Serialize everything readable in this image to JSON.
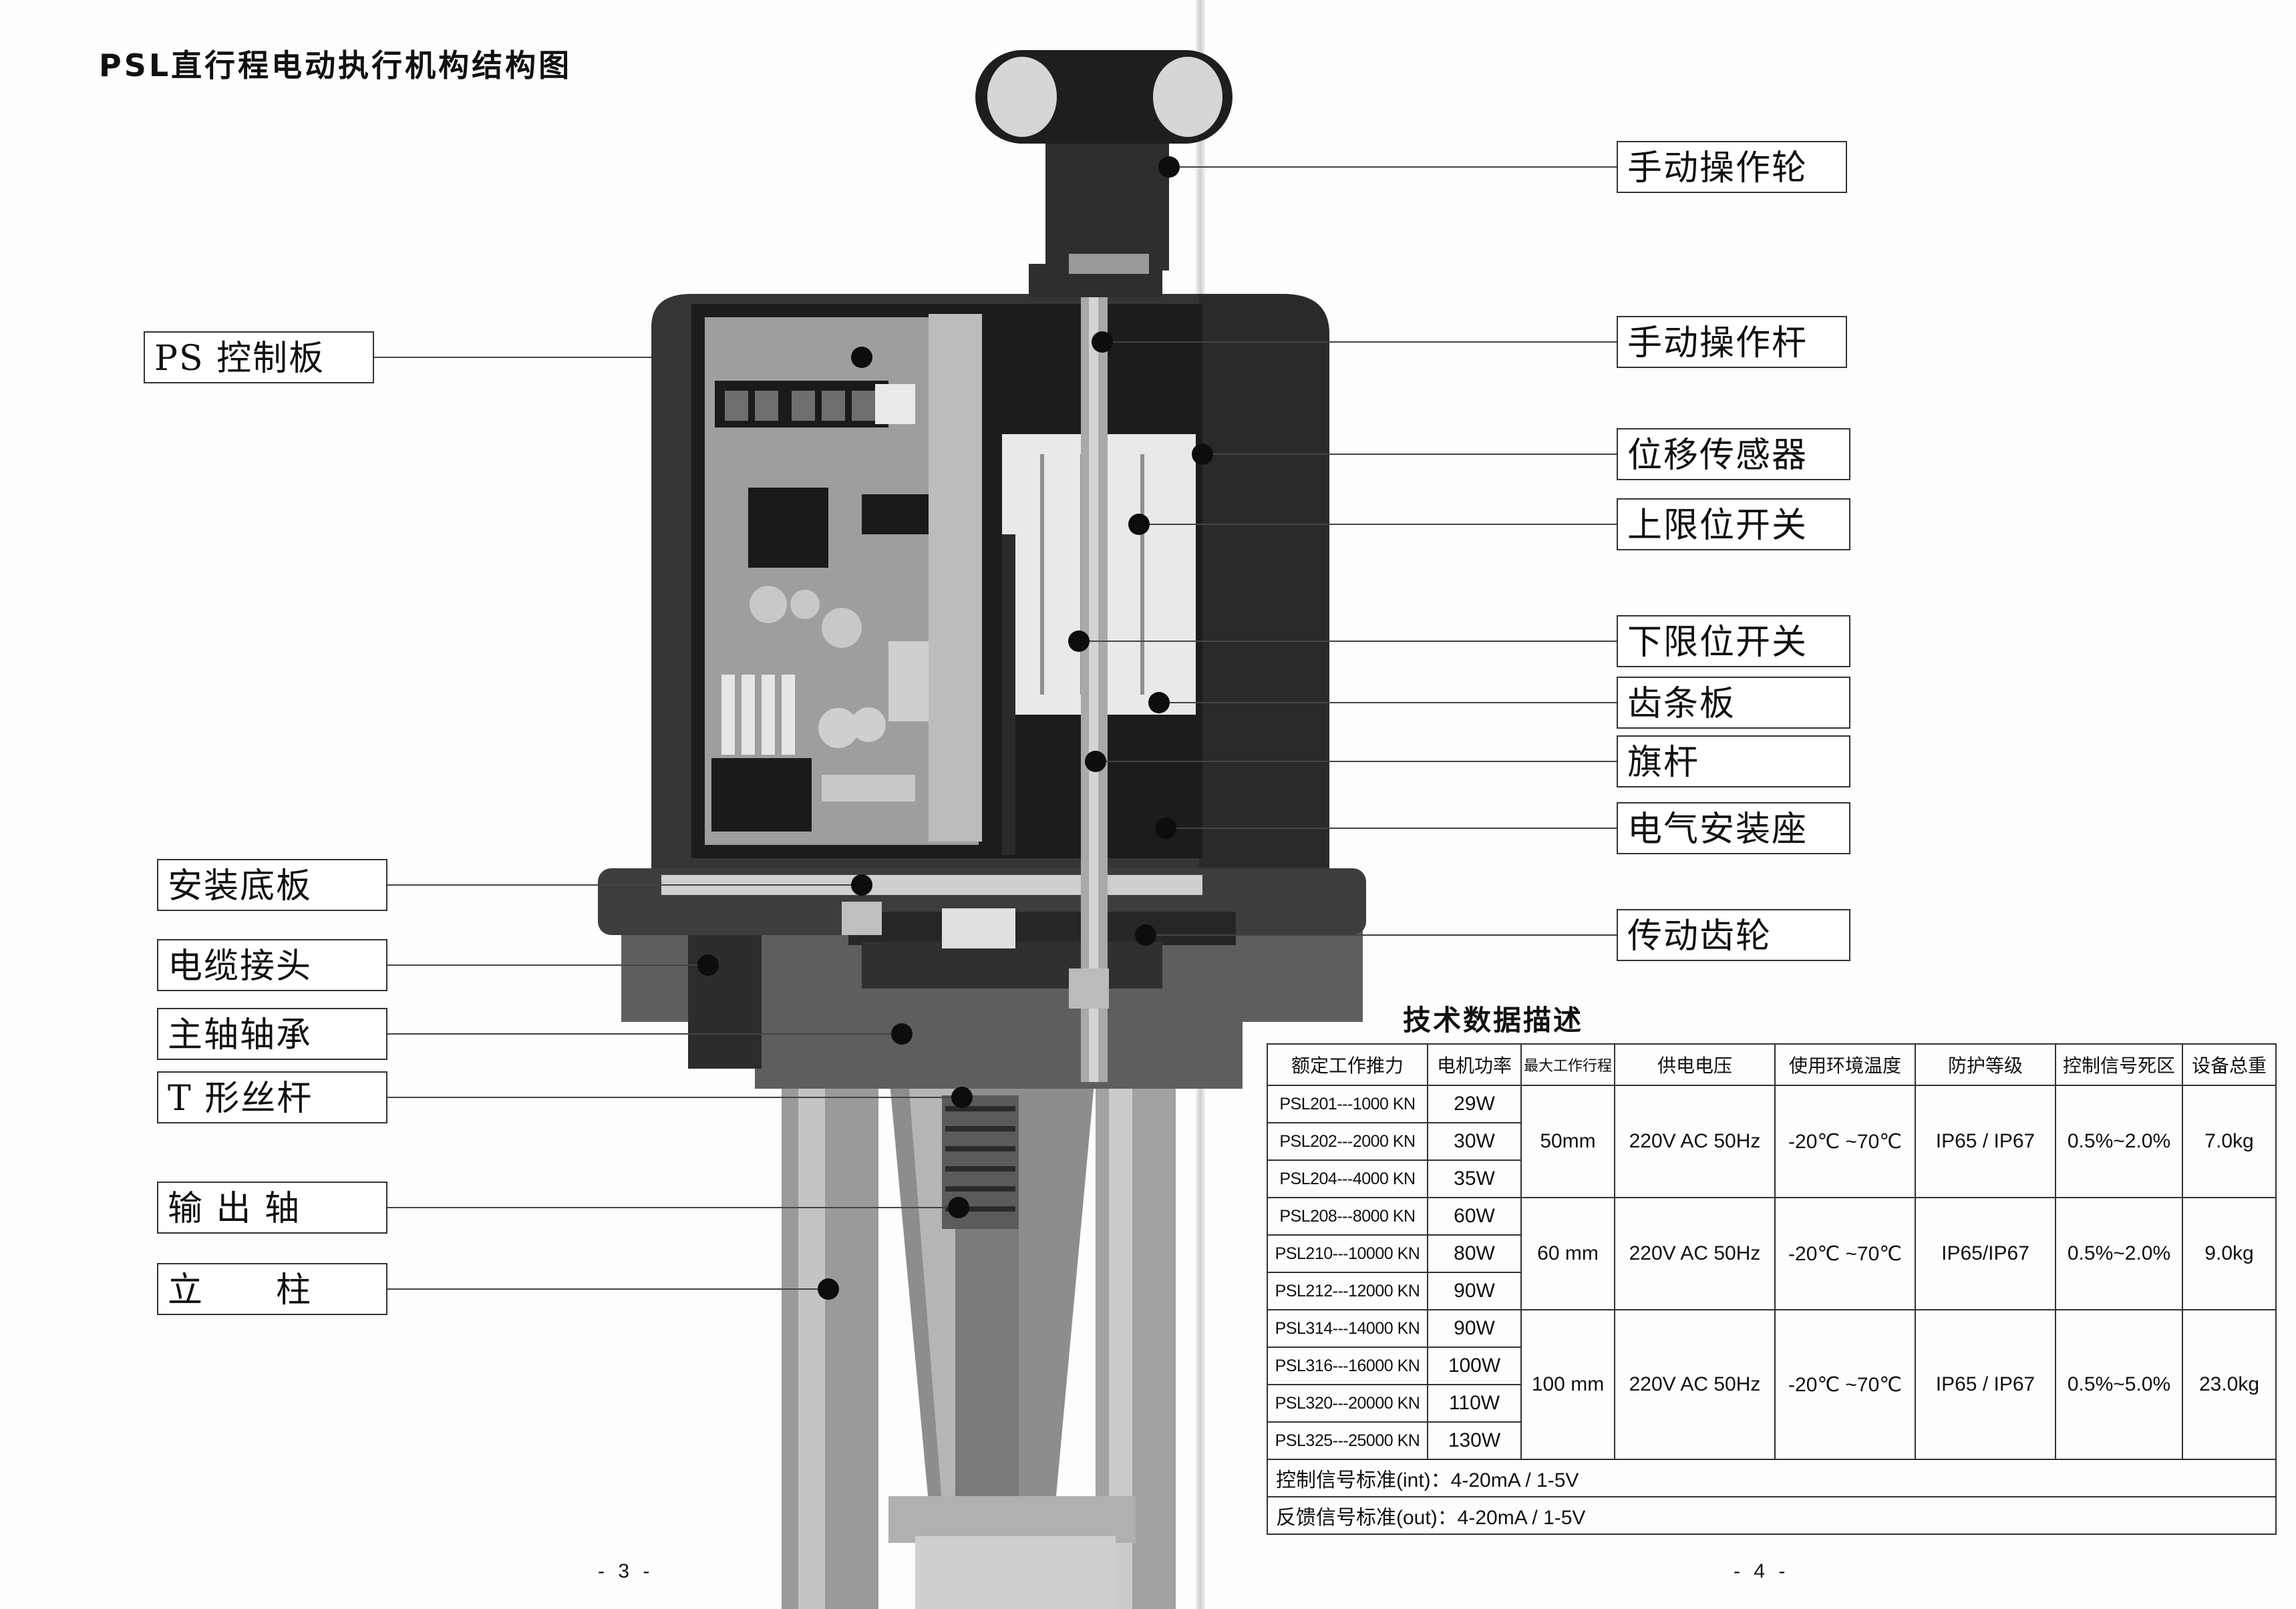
{
  "title": "PSL直行程电动执行机构结构图",
  "labels": {
    "left": [
      "PS 控制板",
      "安装底板",
      "电缆接头",
      "主轴轴承",
      "T 形丝杆",
      "输 出 轴",
      "立　　柱"
    ],
    "right": [
      "手动操作轮",
      "手动操作杆",
      "位移传感器",
      "上限位开关",
      "下限位开关",
      "齿条板",
      "旗杆",
      "电气安装座",
      "传动齿轮"
    ]
  },
  "page_numbers": [
    "- 3 -",
    "- 4 -"
  ],
  "spec": {
    "title": "技术数据描述",
    "headers": [
      "额定工作推力",
      "电机功率",
      "最大工作行程",
      "供电电压",
      "使用环境温度",
      "防护等级",
      "控制信号死区",
      "设备总重"
    ],
    "groups": [
      {
        "rows": [
          [
            "PSL201---1000 KN",
            "29W"
          ],
          [
            "PSL202---2000 KN",
            "30W"
          ],
          [
            "PSL204---4000 KN",
            "35W"
          ]
        ],
        "stroke": "50mm",
        "voltage": "220V AC  50Hz",
        "temp": "-20℃ ~70℃",
        "protection": "IP65 /  IP67",
        "deadband": "0.5%~2.0%",
        "weight": "7.0kg"
      },
      {
        "rows": [
          [
            "PSL208---8000 KN",
            "60W"
          ],
          [
            "PSL210---10000 KN",
            "80W"
          ],
          [
            "PSL212---12000 KN",
            "90W"
          ]
        ],
        "stroke": "60 mm",
        "voltage": "220V AC  50Hz",
        "temp": "-20℃ ~70℃",
        "protection": "IP65/IP67",
        "deadband": "0.5%~2.0%",
        "weight": "9.0kg"
      },
      {
        "rows": [
          [
            "PSL314---14000 KN",
            "90W"
          ],
          [
            "PSL316---16000 KN",
            "100W"
          ],
          [
            "PSL320---20000 KN",
            "110W"
          ],
          [
            "PSL325---25000 KN",
            "130W"
          ]
        ],
        "stroke": "100 mm",
        "voltage": "220V AC  50Hz",
        "temp": "-20℃ ~70℃",
        "protection": "IP65 / IP67",
        "deadband": "0.5%~5.0%",
        "weight": "23.0kg"
      }
    ],
    "notes": [
      "控制信号标准(int)：4-20mA / 1-5V",
      "反馈信号标准(out)：4-20mA / 1-5V"
    ]
  }
}
